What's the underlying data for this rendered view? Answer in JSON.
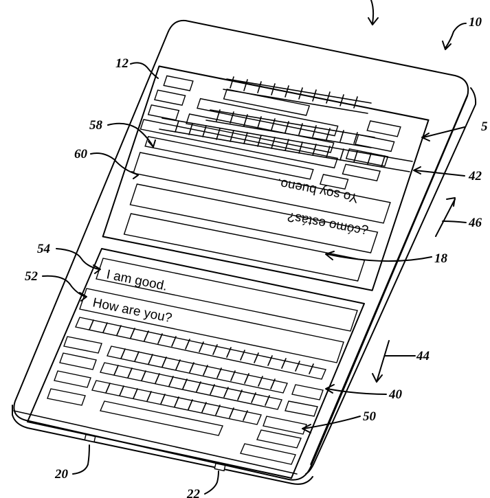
{
  "labels": {
    "ref_10": "10",
    "ref_12": "12",
    "ref_58": "58",
    "ref_60": "60",
    "ref_5": "5",
    "ref_42": "42",
    "ref_46": "46",
    "ref_18": "18",
    "ref_54": "54",
    "ref_52": "52",
    "ref_44": "44",
    "ref_40": "40",
    "ref_50": "50",
    "ref_20": "20",
    "ref_22": "22"
  },
  "top_screen": {
    "reply_text": "Yo soy bueno.",
    "question_text": "¿cómo estás?"
  },
  "bottom_screen": {
    "reply_text": "I am good.",
    "question_text": "How are you?"
  }
}
